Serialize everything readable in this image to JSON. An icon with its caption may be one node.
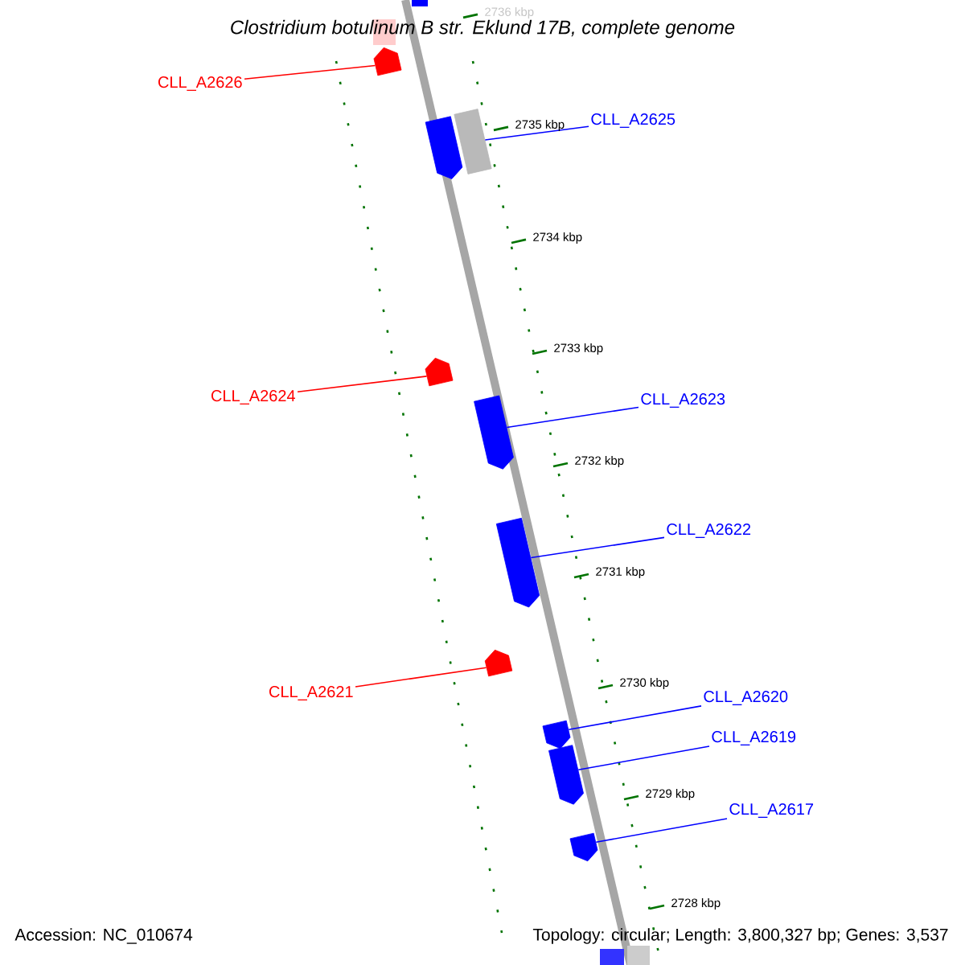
{
  "diagram": {
    "title": "Clostridium botulinum B str. Eklund 17B, complete genome",
    "nodes": [
      {
        "text": [
          "CLL_A2626"
        ]
      },
      {
        "text": [
          "CLL_A2625"
        ]
      },
      {
        "text": [
          "CLL_A2624"
        ]
      },
      {
        "text": [
          "CLL_A2623"
        ]
      },
      {
        "text": [
          "CLL_A2622"
        ]
      },
      {
        "text": [
          "CLL_A2621"
        ]
      },
      {
        "text": [
          "CLL_A2620"
        ]
      },
      {
        "text": [
          "CLL_A2619"
        ]
      },
      {
        "text": [
          "CLL_A2617"
        ]
      },
      {
        "text": [],
        "shape": "arrow"
      },
      {
        "text": [],
        "shape": "arrow"
      },
      {
        "text": [],
        "shape": "box"
      },
      {
        "text": [],
        "shape": "arrow"
      },
      {
        "text": [],
        "shape": "arrow"
      },
      {
        "text": [],
        "shape": "arrow"
      },
      {
        "text": [],
        "shape": "arrow"
      },
      {
        "text": [],
        "shape": "arrow"
      },
      {
        "text": [],
        "shape": "arrow"
      },
      {
        "text": [],
        "shape": "arrow"
      }
    ],
    "edges": [
      {
        "from": 0,
        "to": 9,
        "arrow": "none",
        "color": "#ff0000"
      },
      {
        "from": 1,
        "to": 11,
        "arrow": "none"
      },
      {
        "from": 2,
        "to": 12,
        "arrow": "none",
        "color": "#ff0000"
      },
      {
        "from": 3,
        "to": 13,
        "arrow": "none"
      },
      {
        "from": 4,
        "to": 14,
        "arrow": "none"
      },
      {
        "from": 5,
        "to": 15,
        "arrow": "none",
        "color": "#ff0000"
      },
      {
        "from": 6,
        "to": 16,
        "arrow": "none"
      },
      {
        "from": 7,
        "to": 17,
        "arrow": "none"
      },
      {
        "from": 8,
        "to": 18,
        "arrow": "none"
      }
    ],
    "labels": [
      "2736 kbp",
      "2735 kbp",
      "2734 kbp",
      "2733 kbp",
      "2732 kbp",
      "2731 kbp",
      "2730 kbp",
      "2729 kbp",
      "2728 kbp",
      "Accession: NC_010674",
      "Topology: circular; Length: 3,800,327 bp; Genes: 3,537"
    ]
  }
}
